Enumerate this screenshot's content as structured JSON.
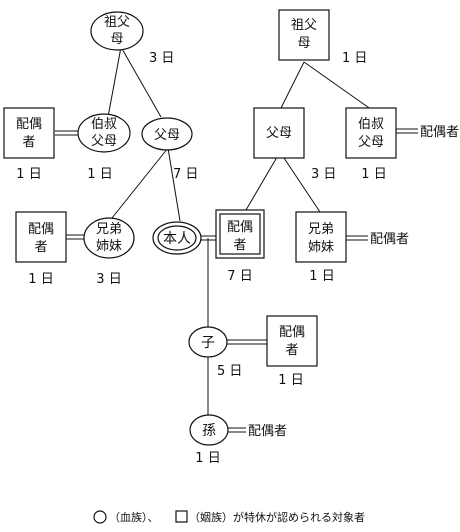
{
  "diagram": {
    "colors": {
      "line": "#111111",
      "fill": "#ffffff"
    },
    "nodes": {
      "paternal_grandparent": {
        "label": [
          "祖父",
          "母"
        ],
        "days": "3 日"
      },
      "paternal_uncle_spouse": {
        "label": [
          "配偶",
          "者"
        ],
        "days": "1 日"
      },
      "paternal_uncle": {
        "label": [
          "伯叔",
          "父母"
        ],
        "days": "1 日"
      },
      "parent": {
        "label": [
          "父母"
        ],
        "days": "7 日"
      },
      "sibling_spouse_left": {
        "label": [
          "配偶",
          "者"
        ],
        "days": "1 日"
      },
      "sibling": {
        "label": [
          "兄弟",
          "姉妹"
        ],
        "days": "3 日"
      },
      "self": {
        "label": "本人"
      },
      "spouse_self": {
        "label": [
          "配偶",
          "者"
        ],
        "days": "7 日"
      },
      "inlaw_grandparent": {
        "label": [
          "祖父",
          "母"
        ],
        "days": "1 日"
      },
      "inlaw_parent": {
        "label": [
          "父母"
        ],
        "days": "3 日"
      },
      "inlaw_uncle": {
        "label": [
          "伯叔",
          "父母"
        ],
        "days": "1 日",
        "spouse_text": "配偶者"
      },
      "inlaw_sibling": {
        "label": [
          "兄弟",
          "姉妹"
        ],
        "days": "1 日",
        "spouse_text": "配偶者"
      },
      "child": {
        "label": "子",
        "days": "5 日"
      },
      "child_spouse": {
        "label": [
          "配偶",
          "者"
        ],
        "days": "1 日"
      },
      "grandchild": {
        "label": "孫",
        "days": "1 日",
        "spouse_text": "配偶者"
      }
    },
    "legend": {
      "blood_text": "（血族）、",
      "inlaw_text": "（姻族）が特休が認められる対象者"
    }
  }
}
